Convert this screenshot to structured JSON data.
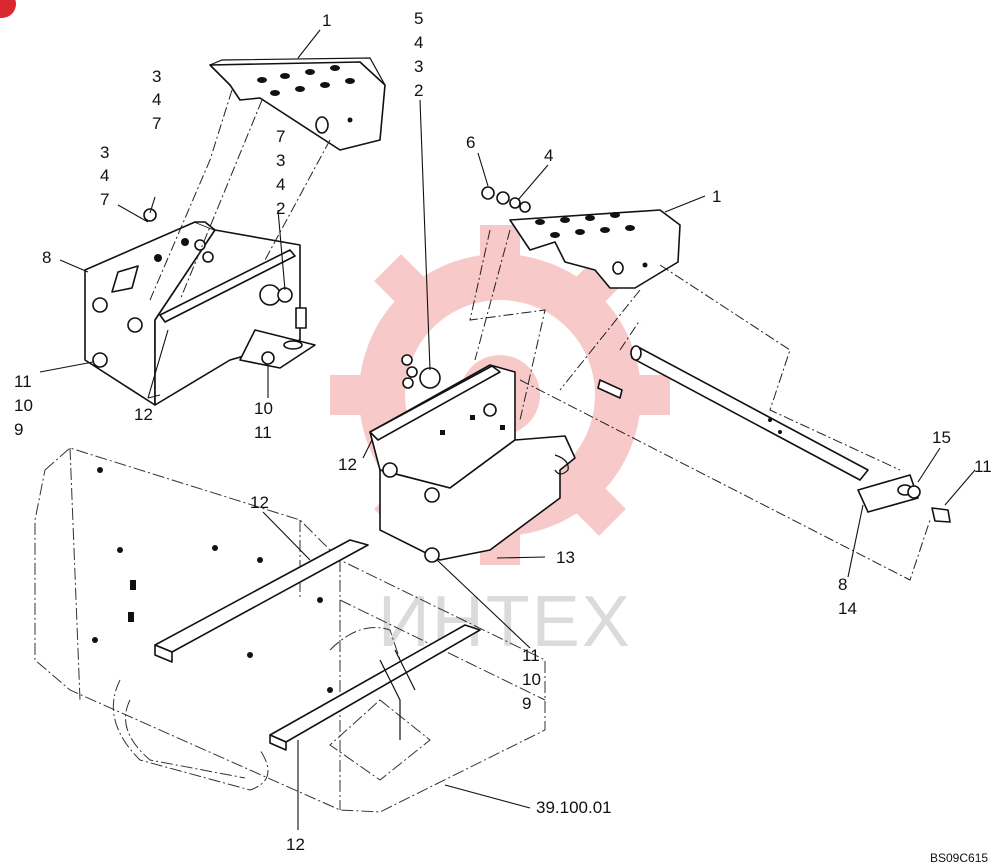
{
  "watermark": {
    "text": "ИНТЕХ",
    "logo_color": "#f4a6a6"
  },
  "drawing_code": "BS09C615",
  "reference": "39.100.01",
  "labels": {
    "l_1_top": "1",
    "l_3_a": "3",
    "l_4_a": "4",
    "l_7_a": "7",
    "l_3_b": "3",
    "l_4_b": "4",
    "l_7_b": "7",
    "l_7_c": "7",
    "l_3_c": "3",
    "l_4_c": "4",
    "l_2_c": "2",
    "l_8_a": "8",
    "l_11_a": "11",
    "l_10_a": "10",
    "l_9_a": "9",
    "l_12_a": "12",
    "l_10_b": "10",
    "l_11_b": "11",
    "l_5_d": "5",
    "l_4_d": "4",
    "l_3_d": "3",
    "l_2_d": "2",
    "l_6": "6",
    "l_4_e": "4",
    "l_1_right": "1",
    "l_15": "15",
    "l_11_right": "11",
    "l_12_b": "12",
    "l_13": "13",
    "l_8_b": "8",
    "l_14": "14",
    "l_12_c": "12",
    "l_11_c": "11",
    "l_10_c": "10",
    "l_9_c": "9",
    "l_12_d": "12"
  }
}
